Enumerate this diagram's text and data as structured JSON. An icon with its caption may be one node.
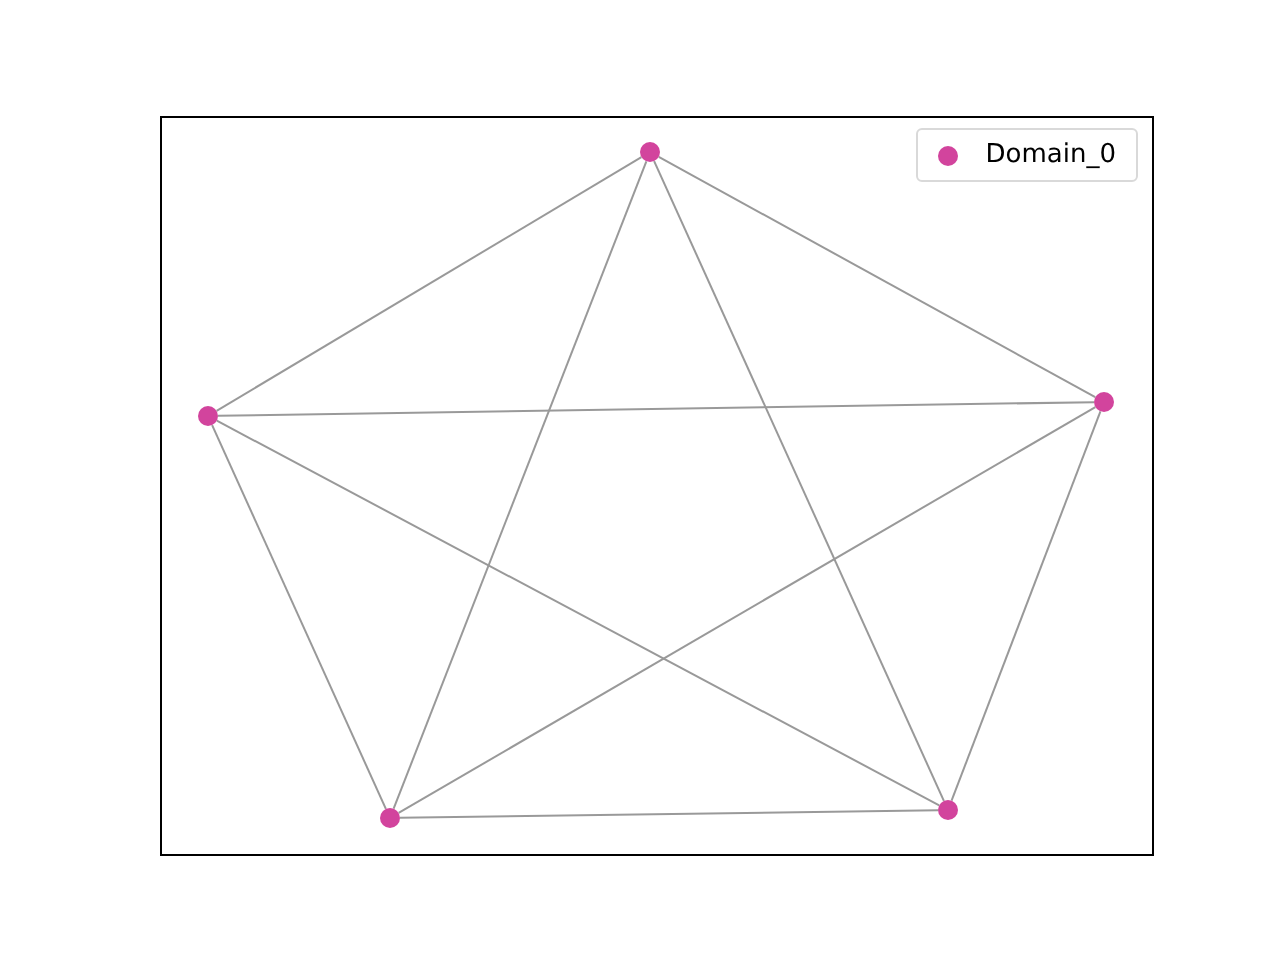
{
  "diagram": {
    "nodes": [
      {
        "text": [],
        "shape": "circle"
      },
      {
        "text": [],
        "shape": "circle"
      },
      {
        "text": [],
        "shape": "circle"
      },
      {
        "text": [],
        "shape": "circle"
      },
      {
        "text": [],
        "shape": "circle"
      }
    ],
    "edges": [
      {
        "from": 0,
        "to": 1,
        "arrow": "none"
      },
      {
        "from": 0,
        "to": 2,
        "arrow": "none"
      },
      {
        "from": 0,
        "to": 3,
        "arrow": "none"
      },
      {
        "from": 0,
        "to": 4,
        "arrow": "none"
      },
      {
        "from": 1,
        "to": 2,
        "arrow": "none"
      },
      {
        "from": 1,
        "to": 3,
        "arrow": "none"
      },
      {
        "from": 1,
        "to": 4,
        "arrow": "none"
      },
      {
        "from": 2,
        "to": 3,
        "arrow": "none"
      },
      {
        "from": 2,
        "to": 4,
        "arrow": "none"
      },
      {
        "from": 3,
        "to": 4,
        "arrow": "none"
      }
    ],
    "legend": [
      {
        "text": "Domain_0",
        "color": "#d2449d"
      }
    ]
  }
}
